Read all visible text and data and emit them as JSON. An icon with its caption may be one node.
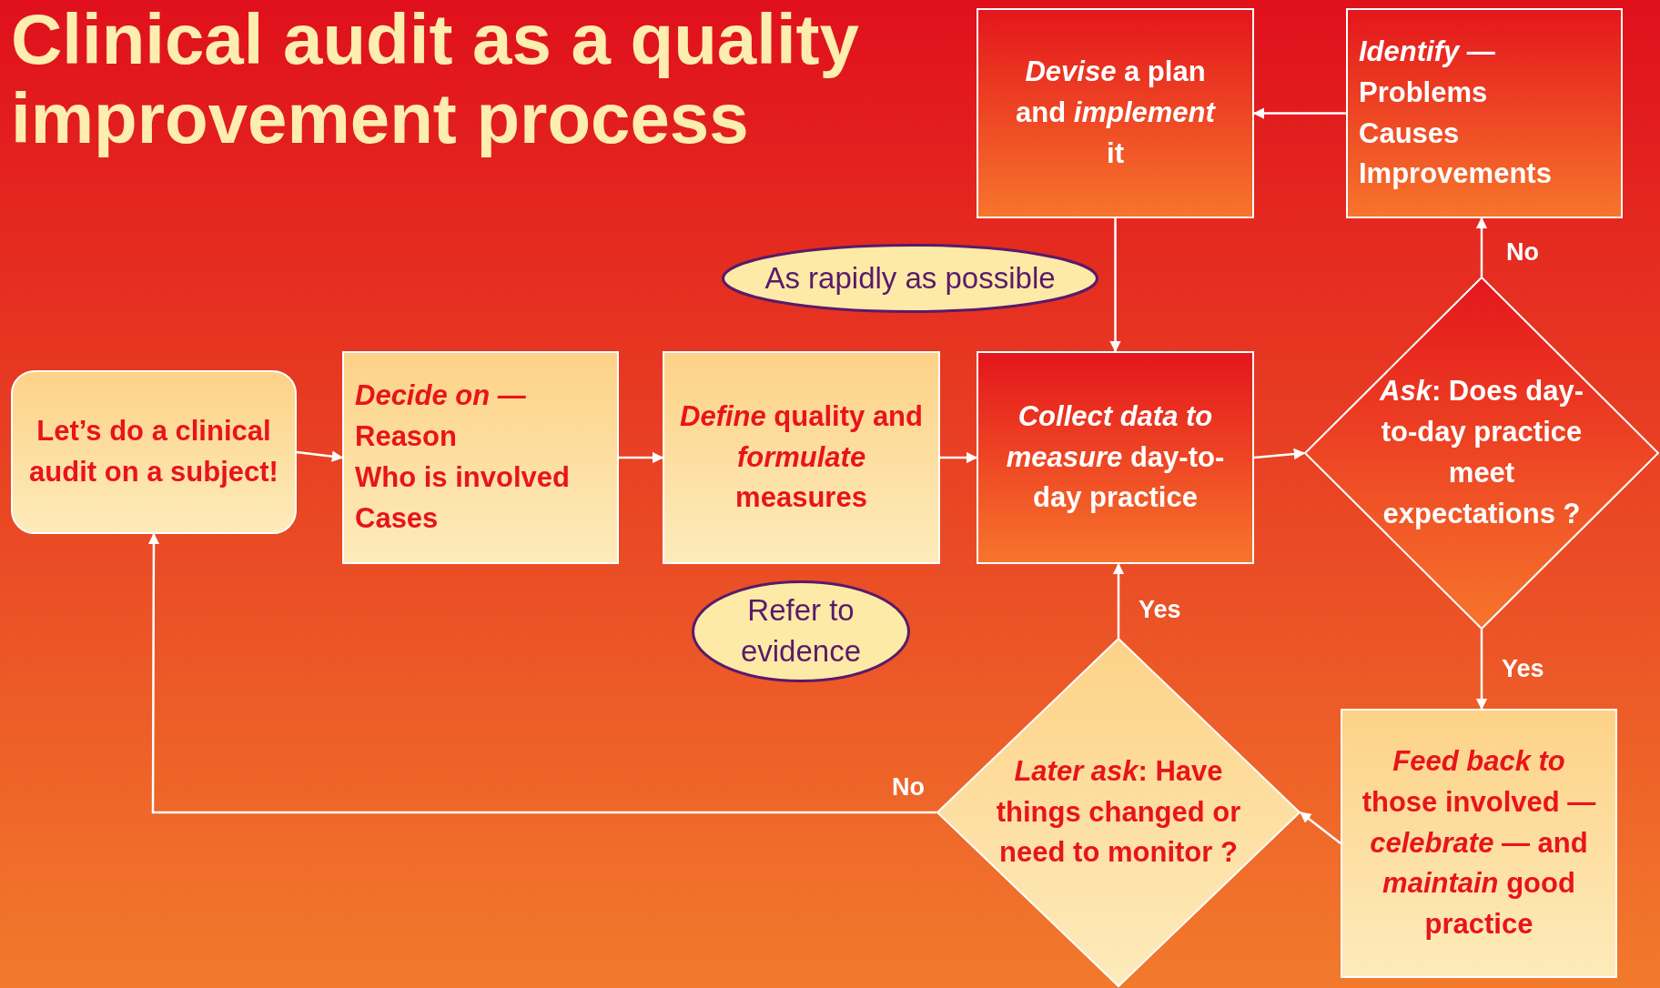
{
  "diagram": {
    "title": "Clinical audit as a quality improvement process",
    "nodes": [
      {
        "text": [
          "Let’s do a clinical audit on a subject!"
        ]
      },
      {
        "text": [
          "*Decide on* —",
          "Reason",
          "Who is involved",
          "Cases"
        ]
      },
      {
        "text": [
          "*Define* quality and *formulate* measures"
        ]
      },
      {
        "text": [
          "*Collect data to measure* day-to-day practice"
        ]
      },
      {
        "text": [
          "*Devise* a plan and *implement* it"
        ]
      },
      {
        "text": [
          "*Identify* —",
          "Problems",
          "Causes",
          "Improvements"
        ]
      },
      {
        "text": [
          "*Ask*: Does day-to-day practice meet expectations ?"
        ]
      },
      {
        "text": [
          "*Feed back to* those involved — *celebrate* — and *maintain* good practice"
        ]
      },
      {
        "text": [
          "*Later ask*: Have things changed or need to monitor ?"
        ]
      },
      {
        "text": [
          "As rapidly as possible"
        ]
      },
      {
        "text": [
          "Refer to evidence"
        ]
      }
    ],
    "edges": [
      {
        "from": 0,
        "to": 1,
        "arrow": "to"
      },
      {
        "from": 1,
        "to": 2,
        "arrow": "to"
      },
      {
        "from": 2,
        "to": 3,
        "arrow": "to"
      },
      {
        "from": 3,
        "to": 6,
        "arrow": "to"
      },
      {
        "from": 6,
        "to": 5,
        "arrow": "to",
        "label": "No"
      },
      {
        "from": 5,
        "to": 4,
        "arrow": "to"
      },
      {
        "from": 4,
        "to": 3,
        "arrow": "to"
      },
      {
        "from": 6,
        "to": 7,
        "arrow": "to",
        "label": "Yes"
      },
      {
        "from": 7,
        "to": 8,
        "arrow": "to"
      },
      {
        "from": 8,
        "to": 3,
        "arrow": "to",
        "label": "Yes"
      },
      {
        "from": 8,
        "to": 0,
        "arrow": "to",
        "label": "No"
      }
    ]
  }
}
